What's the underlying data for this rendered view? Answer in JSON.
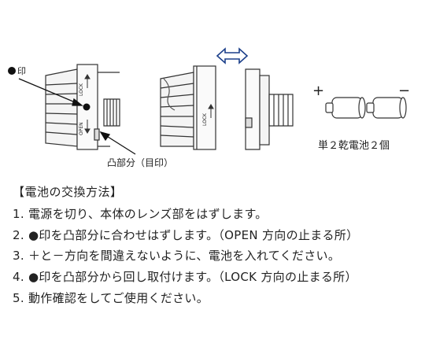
{
  "figure": {
    "dot_label": "●印",
    "lock_label": "LOCK",
    "open_label": "OPEN",
    "notch_label": "凸部分（目印）",
    "plus_sign": "+",
    "minus_sign": "−",
    "battery_caption": "単２乾電池２個",
    "swap_icon": "double-arrow-icon"
  },
  "instructions": {
    "heading": "【電池の交換方法】",
    "steps": [
      "1. 電源を切り、本体のレンズ部をはずします。",
      "2. ●印を凸部分に合わせはずします。（OPEN 方向の止まる所）",
      "3. ＋と－方向を間違えないように、電池を入れてください。",
      "4. ●印を凸部分から回し取付けます。（LOCK 方向の止まる所）",
      "5. 動作確認をしてご使用ください。"
    ]
  }
}
